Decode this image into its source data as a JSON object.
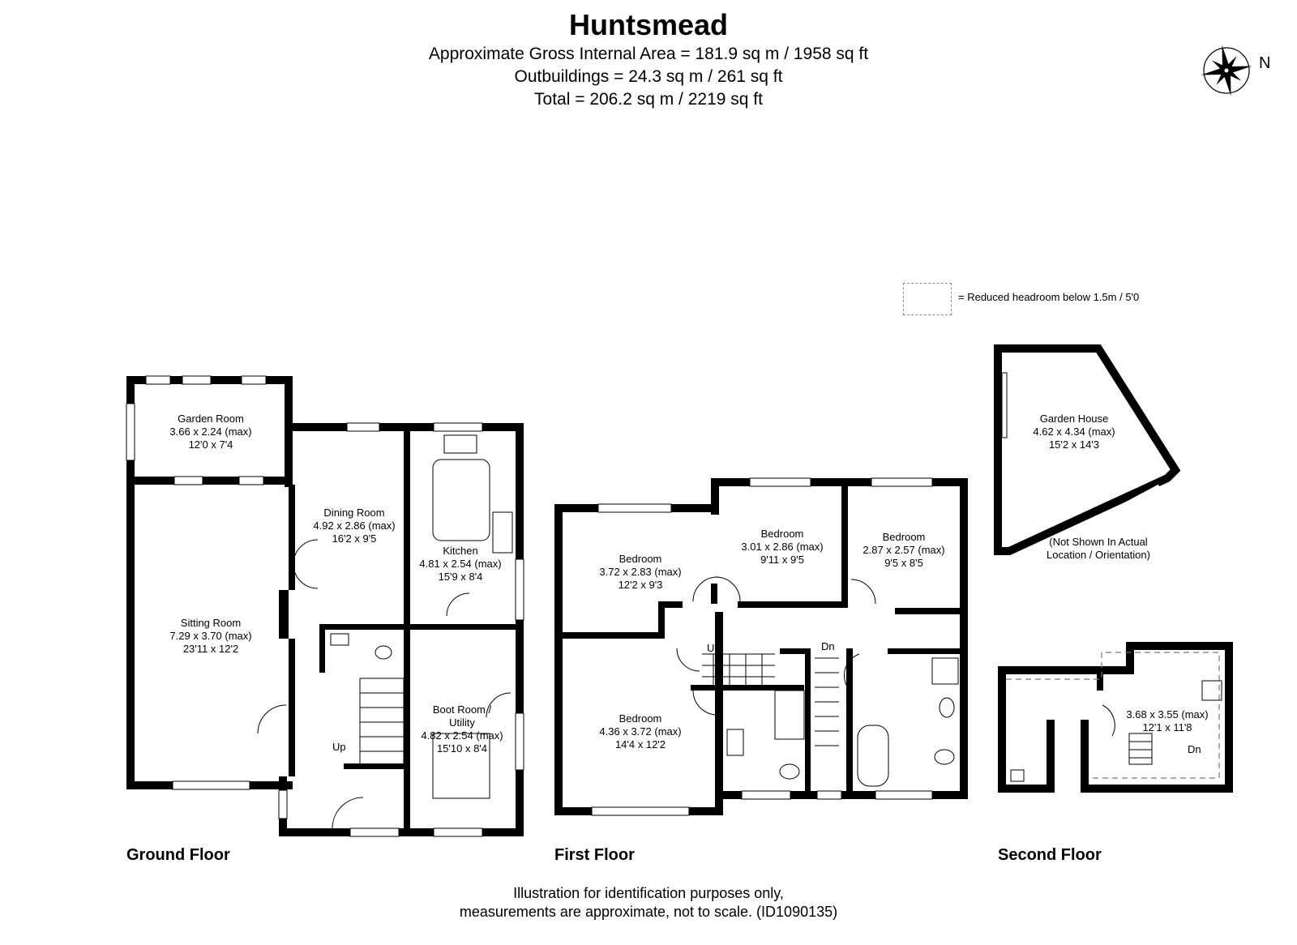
{
  "header": {
    "title": "Huntsmead",
    "gross_area": "Approximate Gross Internal Area = 181.9 sq m / 1958 sq ft",
    "outbuildings": "Outbuildings = 24.3 sq m / 261 sq ft",
    "total": "Total = 206.2 sq m / 2219 sq ft"
  },
  "compass": {
    "label": "N",
    "icon": "compass-rose-icon"
  },
  "legend": {
    "text": "= Reduced headroom below 1.5m / 5'0"
  },
  "ground_floor": {
    "label": "Ground Floor",
    "rooms": {
      "garden_room": {
        "name": "Garden Room",
        "metric": "3.66 x 2.24 (max)",
        "imperial": "12'0 x 7'4"
      },
      "dining_room": {
        "name": "Dining Room",
        "metric": "4.92 x 2.86 (max)",
        "imperial": "16'2 x 9'5"
      },
      "kitchen": {
        "name": "Kitchen",
        "metric": "4.81 x 2.54 (max)",
        "imperial": "15'9 x 8'4"
      },
      "sitting_room": {
        "name": "Sitting Room",
        "metric": "7.29 x 3.70 (max)",
        "imperial": "23'11 x 12'2"
      },
      "boot_room": {
        "name": "Boot Room /",
        "name2": "Utility",
        "metric": "4.82 x 2.54 (max)",
        "imperial": "15'10 x 8'4"
      }
    },
    "stairs": "Up"
  },
  "first_floor": {
    "label": "First Floor",
    "rooms": {
      "bedroom1": {
        "name": "Bedroom",
        "metric": "3.72 x 2.83 (max)",
        "imperial": "12'2 x 9'3"
      },
      "bedroom2": {
        "name": "Bedroom",
        "metric": "3.01 x 2.86 (max)",
        "imperial": "9'11 x 9'5"
      },
      "bedroom3": {
        "name": "Bedroom",
        "metric": "2.87 x 2.57 (max)",
        "imperial": "9'5 x 8'5"
      },
      "bedroom4": {
        "name": "Bedroom",
        "metric": "4.36 x 3.72 (max)",
        "imperial": "14'4 x 12'2"
      }
    },
    "stairs_up": "Up",
    "stairs_down": "Dn"
  },
  "second_floor": {
    "label": "Second Floor",
    "room": {
      "metric": "3.68 x 3.55 (max)",
      "imperial": "12'1 x 11'8"
    },
    "stairs_down": "Dn"
  },
  "garden_house": {
    "name": "Garden House",
    "metric": "4.62 x 4.34 (max)",
    "imperial": "15'2 x 14'3",
    "note1": "(Not Shown In Actual",
    "note2": "Location / Orientation)"
  },
  "footer": {
    "line1": "Illustration for identification purposes only,",
    "line2": "measurements are approximate, not to scale. (ID1090135)"
  }
}
